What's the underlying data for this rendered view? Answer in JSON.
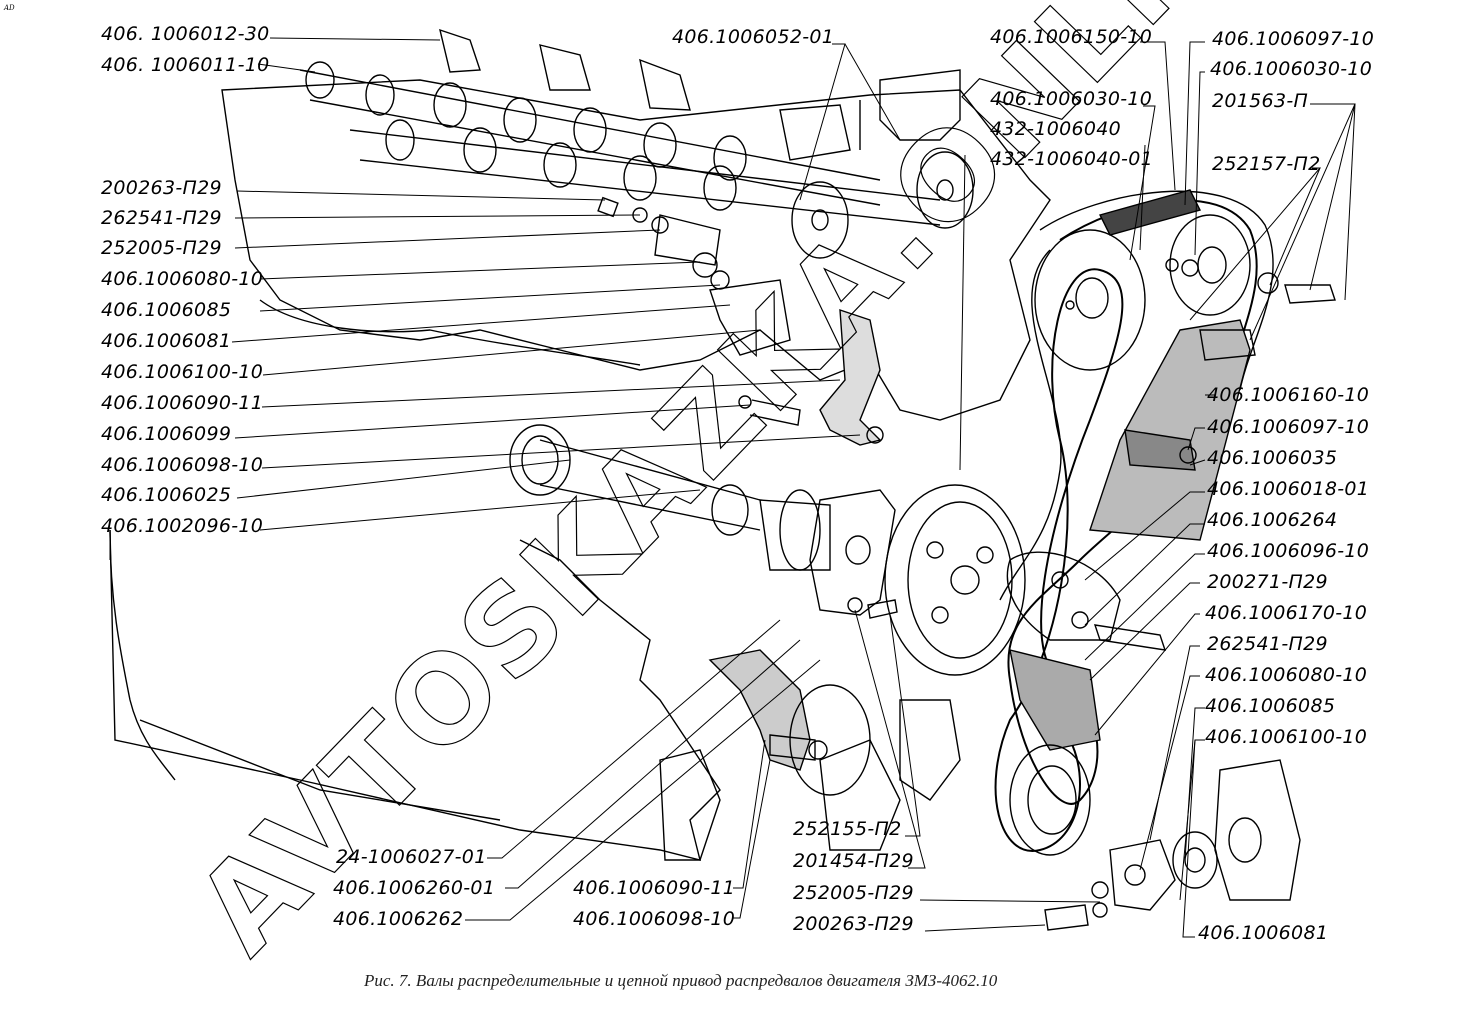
{
  "corner_mark": "AD",
  "caption": "Рис. 7. Валы распределительные и цепной привод распредвалов двигателя ЗМЗ-4062.10",
  "watermark": "AVTOSKAZKA.ONLINE",
  "labels": {
    "left": [
      "406. 1006012-30",
      "406. 1006011-10",
      "200263-П29",
      "262541-П29",
      "252005-П29",
      "406.1006080-10",
      "406.1006085",
      "406.1006081",
      "406.1006100-10",
      "406.1006090-11",
      "406.1006099",
      "406.1006098-10",
      "406.1006025",
      "406.1002096-10"
    ],
    "top_center": [
      "406.1006052-01",
      "406.1006150-10",
      "406.1006030-10",
      "432-1006040",
      "432-1006040-01"
    ],
    "top_right": [
      "406.1006097-10",
      "406.1006030-10",
      "201563-П",
      "252157-П2"
    ],
    "right": [
      "406.1006160-10",
      "406.1006097-10",
      "406.1006035",
      "406.1006018-01",
      "406.1006264",
      "406.1006096-10",
      "200271-П29",
      "406.1006170-10",
      "262541-П29",
      "406.1006080-10",
      "406.1006085",
      "406.1006100-10"
    ],
    "bottom_left": [
      "24-1006027-01",
      "406.1006260-01",
      "406.1006262"
    ],
    "bottom_mid": [
      "406.1006090-11",
      "406.1006098-10"
    ],
    "bottom_center": [
      "252155-П2",
      "201454-П29",
      "252005-П29",
      "200263-П29"
    ],
    "bottom_right": [
      "406.1006081"
    ]
  }
}
